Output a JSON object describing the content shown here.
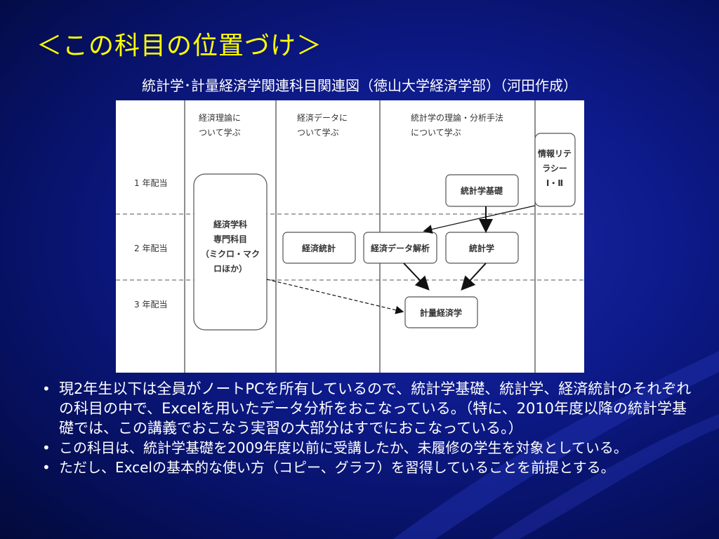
{
  "slide": {
    "title": "＜この科目の位置づけ＞",
    "caption": "統計学･計量経済学関連科目関連図（徳山大学経済学部）（河田作成）"
  },
  "diagram": {
    "columns": [
      "経済理論に\nついて学ぶ",
      "経済データに\nついて学ぶ",
      "統計学の理論・分析手法\nについて学ぶ"
    ],
    "rows": [
      "1 年配当",
      "2 年配当",
      "3 年配当"
    ],
    "boxes": {
      "keizai_gakka": "経済学科\n専門科目\n（ミクロ・マク\nロほか）",
      "joho_literacy": "情報リテ\nラシー\nⅠ・Ⅱ",
      "tokei_kiso": "統計学基礎",
      "keizai_tokei": "経済統計",
      "data_kaiseki": "経済データ解析",
      "tokeigaku": "統計学",
      "keiryo": "計量経済学"
    }
  },
  "bullets": [
    "現2年生以下は全員がノートPCを所有しているので、統計学基礎、統計学、経済統計のそれぞれの科目の中で、Excelを用いたデータ分析をおこなっている。（特に、2010年度以降の統計学基礎では、この講義でおこなう実習の大部分はすでにおこなっている。）",
    "この科目は、統計学基礎を2009年度以前に受講したか、未履修の学生を対象としている。",
    "ただし、Excelの基本的な使い方（コピー、グラフ）を習得していることを前提とする。"
  ],
  "colors": {
    "title": "#ffff00",
    "text": "#ffffff",
    "panel": "#ffffff"
  }
}
